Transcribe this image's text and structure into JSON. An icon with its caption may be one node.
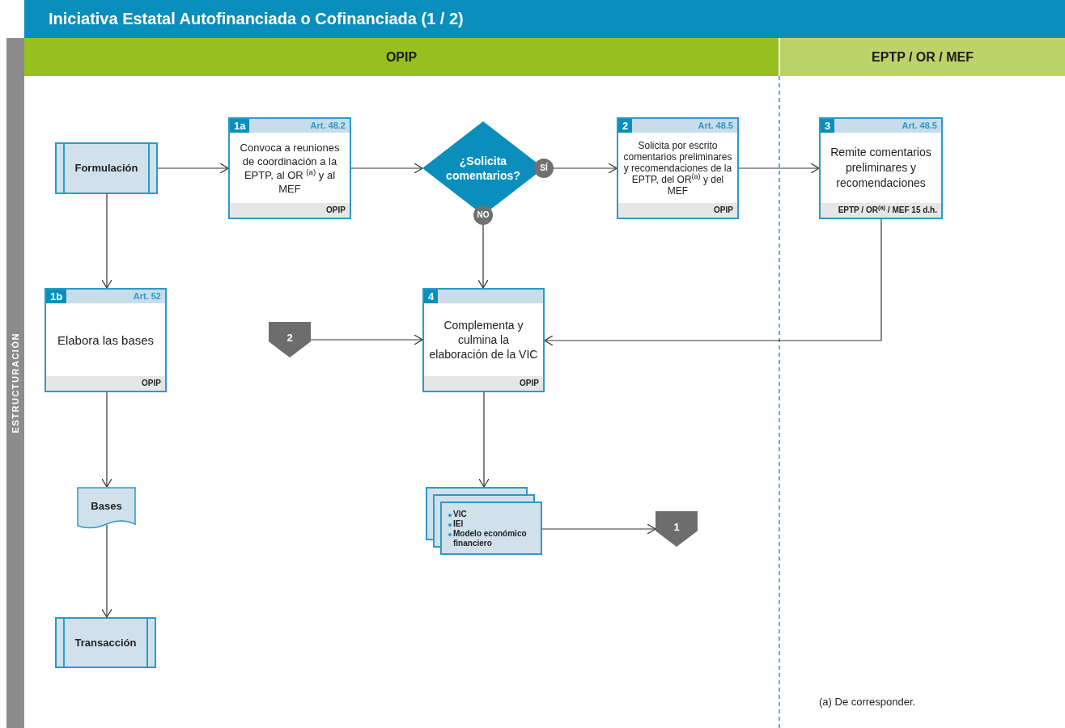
{
  "diagram": {
    "title": "Iniciativa Estatal Autofinanciada o Cofinanciada (1 / 2)",
    "nodes": [
      {
        "text": [
          "ESTRUCTURACIÓN"
        ]
      },
      {
        "text": [
          "OPIP"
        ]
      },
      {
        "text": [
          "EPTP / OR / MEF"
        ]
      },
      {
        "text": [
          "Formulación"
        ]
      },
      {
        "text": [
          "1a",
          "Art. 48.2",
          "Convoca a reuniones de coordinación a la EPTP, al OR $^{(a)}$ y al MEF",
          "OPIP"
        ]
      },
      {
        "text": [
          "¿Solicita comentarios?"
        ]
      },
      {
        "text": [
          "2",
          "Art. 48.5",
          "Solicita por escrito comentarios preliminares y recomendaciones de la EPTP, del OR$^{(a)}$ y del MEF",
          "OPIP"
        ]
      },
      {
        "text": [
          "3",
          "Art. 48.5",
          "Remite comentarios preliminares y recomendaciones",
          "EPTP / OR$^{(a)}$ / MEF 15 d.h."
        ]
      },
      {
        "text": [
          "1b",
          "Art. 52",
          "Elabora las bases",
          "OPIP"
        ]
      },
      {
        "text": [
          "2"
        ]
      },
      {
        "text": [
          "4",
          "Complementa y culmina la elaboración de la VIC",
          "OPIP"
        ]
      },
      {
        "text": [
          "Bases"
        ]
      },
      {
        "text": [
          "Transacción"
        ]
      },
      {
        "text": [
          "VIC",
          "IEI",
          "Modelo económico financiero"
        ]
      },
      {
        "text": [
          "1"
        ]
      }
    ],
    "edges": [
      {
        "from": 3,
        "to": 4,
        "arrow": "to"
      },
      {
        "from": 4,
        "to": 5,
        "arrow": "to"
      },
      {
        "from": 5,
        "to": 6,
        "arrow": "to",
        "label": "SÍ"
      },
      {
        "from": 6,
        "to": 7,
        "arrow": "to"
      },
      {
        "from": 5,
        "to": 10,
        "arrow": "to",
        "label": "NO"
      },
      {
        "from": 7,
        "to": 10,
        "arrow": "to"
      },
      {
        "from": 9,
        "to": 10,
        "arrow": "to"
      },
      {
        "from": 3,
        "to": 8,
        "arrow": "to"
      },
      {
        "from": 8,
        "to": 11,
        "arrow": "to"
      },
      {
        "from": 11,
        "to": 12,
        "arrow": "to"
      },
      {
        "from": 10,
        "to": 13,
        "arrow": "to"
      },
      {
        "from": 13,
        "to": 14,
        "arrow": "to"
      }
    ],
    "labels": [
      "(a) De corresponder."
    ]
  }
}
